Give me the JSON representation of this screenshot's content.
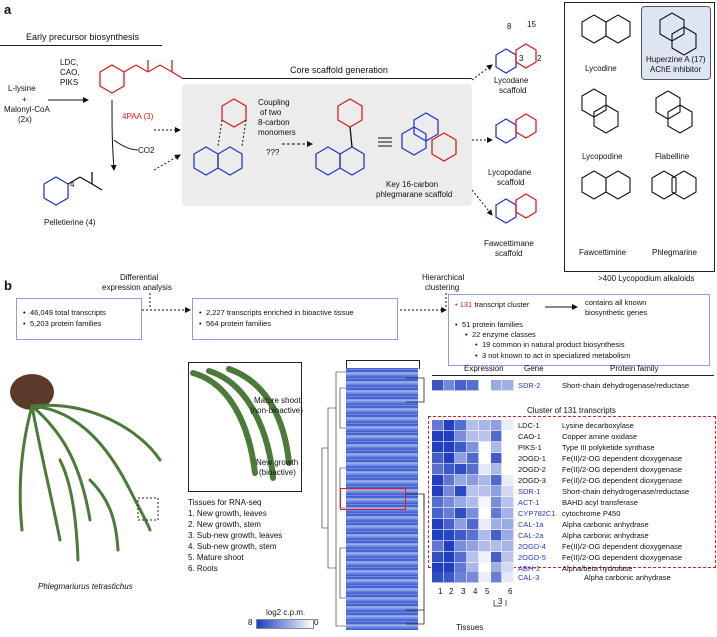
{
  "panel_a": {
    "letter": "a",
    "precursor_heading": "Early precursor biosynthesis",
    "lysine": "L-lysine",
    "plus": "+",
    "malonyl": "Malonyl-CoA",
    "malonyl_mult": "(2x)",
    "enzymes": [
      "LDC,",
      "CAO,",
      "PIKS"
    ],
    "fourpaa": "4PAA (3)",
    "co2": "CO2",
    "pelletierine": "Pelletierine (4)",
    "core_heading": "Core scaffold generation",
    "coupling": [
      "Coupling",
      "of two",
      "8-carbon",
      "monomers"
    ],
    "question": "???",
    "key_scaffold": [
      "Key 16-carbon",
      "phlegmarane scaffold"
    ],
    "scaffolds": [
      {
        "name": "Lycodane",
        "sub": "scaffold"
      },
      {
        "name": "Lycopodane",
        "sub": "scaffold"
      },
      {
        "name": "Fawcettimane",
        "sub": "scaffold"
      }
    ],
    "atom_labels": {
      "n8": "8",
      "n15": "15",
      "n3": "3",
      "n2": "2",
      "n4": "4"
    },
    "alkaloids": [
      "Lycodine",
      "Huperzine A (17)",
      "AChE inhibitor",
      "Lycopodine",
      "Flabelline",
      "Fawcettimine",
      "Phlegmarine"
    ],
    "alkaloid_footer": ">400 Lycopodium alkaloids"
  },
  "panel_b": {
    "letter": "b",
    "step1_label": [
      "Differential",
      "expression analysis"
    ],
    "step2_label": [
      "Hierarchical",
      "clustering"
    ],
    "box1": [
      "46,049 total transcripts",
      "5,203 protein families"
    ],
    "box2": [
      "2,227 transcripts enriched in bioactive tissue",
      "564 protein families"
    ],
    "box3": {
      "cluster_count": "131",
      "cluster_rest": " transcript cluster",
      "contains": [
        "contains all known",
        "biosynthetic genes"
      ],
      "families": "51 protein families",
      "classes": "22 enzyme classes",
      "common": "19 common in natural product biosynthesis",
      "unknown": "3 not known to act in specialized metabolism"
    },
    "plant_name": "Phlegmariurus tetrastichus",
    "mature_shoot": [
      "Mature shoot",
      "(non-bioactive)"
    ],
    "new_growth": [
      "New growth",
      "(bioactive)"
    ],
    "tissues_heading": "Tissues for RNA-seq",
    "tissues": [
      "1. New growth, leaves",
      "2. New growth, stem",
      "3. Sub-new growth, leaves",
      "4. Sub-new growth, stem",
      "5. Mature shoot",
      "6. Roots"
    ],
    "scale_label": "log2 c.p.m.",
    "scale_min": "8",
    "scale_max": "0",
    "col_headers": {
      "expression": "Expression",
      "gene": "Gene",
      "family": "Protein family"
    },
    "cluster_title": "Cluster of 131 transcripts",
    "top_gene": {
      "gene": "SDR-2",
      "family": "Short-chain dehydrogenase/reductase"
    },
    "cluster_genes": [
      {
        "gene": "LDC-1",
        "family": "Lysine decarboxylase",
        "blue": false
      },
      {
        "gene": "CAO-1",
        "family": "Copper amine oxidase",
        "blue": false
      },
      {
        "gene": "PIKS-1",
        "family": "Type III polyketide synthase",
        "blue": false
      },
      {
        "gene": "2OGD-1",
        "family": "Fe(II)/2-OG dependent dioxygenase",
        "blue": false
      },
      {
        "gene": "2OGD-2",
        "family": "Fe(II)/2-OG dependent dioxygenase",
        "blue": false
      },
      {
        "gene": "2OGD-3",
        "family": "Fe(II)/2-OG dependent dioxygenase",
        "blue": false
      },
      {
        "gene": "SDR-1",
        "family": "Short-chain dehydrogenase/reductase",
        "blue": true
      },
      {
        "gene": "ACT-1",
        "family": "BAHD acyl transferase",
        "blue": true
      },
      {
        "gene": "CYP782C1",
        "family": "cytochrome P450",
        "blue": true
      },
      {
        "gene": "CAL-1a",
        "family": "Alpha carbonic anhydrase",
        "blue": true
      },
      {
        "gene": "CAL-2a",
        "family": "Alpha carbonic anhydrase",
        "blue": true
      },
      {
        "gene": "2OGD-4",
        "family": "Fe(II)/2-OG dependent dioxygenase",
        "blue": true
      },
      {
        "gene": "2OGD-5",
        "family": "Fe(II)/2-OG dependent dioxygenase",
        "blue": true
      },
      {
        "gene": "ABH-1",
        "family": "Alpha/beta hydrolase",
        "blue": true
      }
    ],
    "bottom_gene": {
      "gene": "CAL-3",
      "family": "Alpha carbonic anhydrase"
    },
    "tissue_numbers": [
      "1",
      "2",
      "3",
      "4",
      "5",
      "3",
      "6"
    ],
    "tissues_axis": "Tissues",
    "colors": {
      "accent_red": "#d82020",
      "accent_blue": "#2a3ac8",
      "heat_high": "#1f3fbf",
      "heat_low": "#ffffff"
    }
  }
}
